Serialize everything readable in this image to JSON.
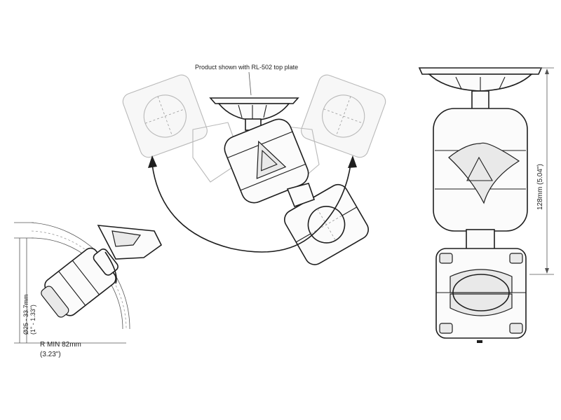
{
  "labels": {
    "top_note": "Product shown with RL-502 top plate",
    "height_dim": "128mm (5.04\")",
    "bar_dia_line1": "Ø25 - 33.7mm",
    "bar_dia_line2": "(1\" - 1.33\")",
    "radius_line1": "R MIN 82mm",
    "radius_line2": "(3.23\")"
  },
  "colors": {
    "ink": "#1e1e1e",
    "ghost": "#b9b9b9",
    "dimension": "#555555"
  }
}
